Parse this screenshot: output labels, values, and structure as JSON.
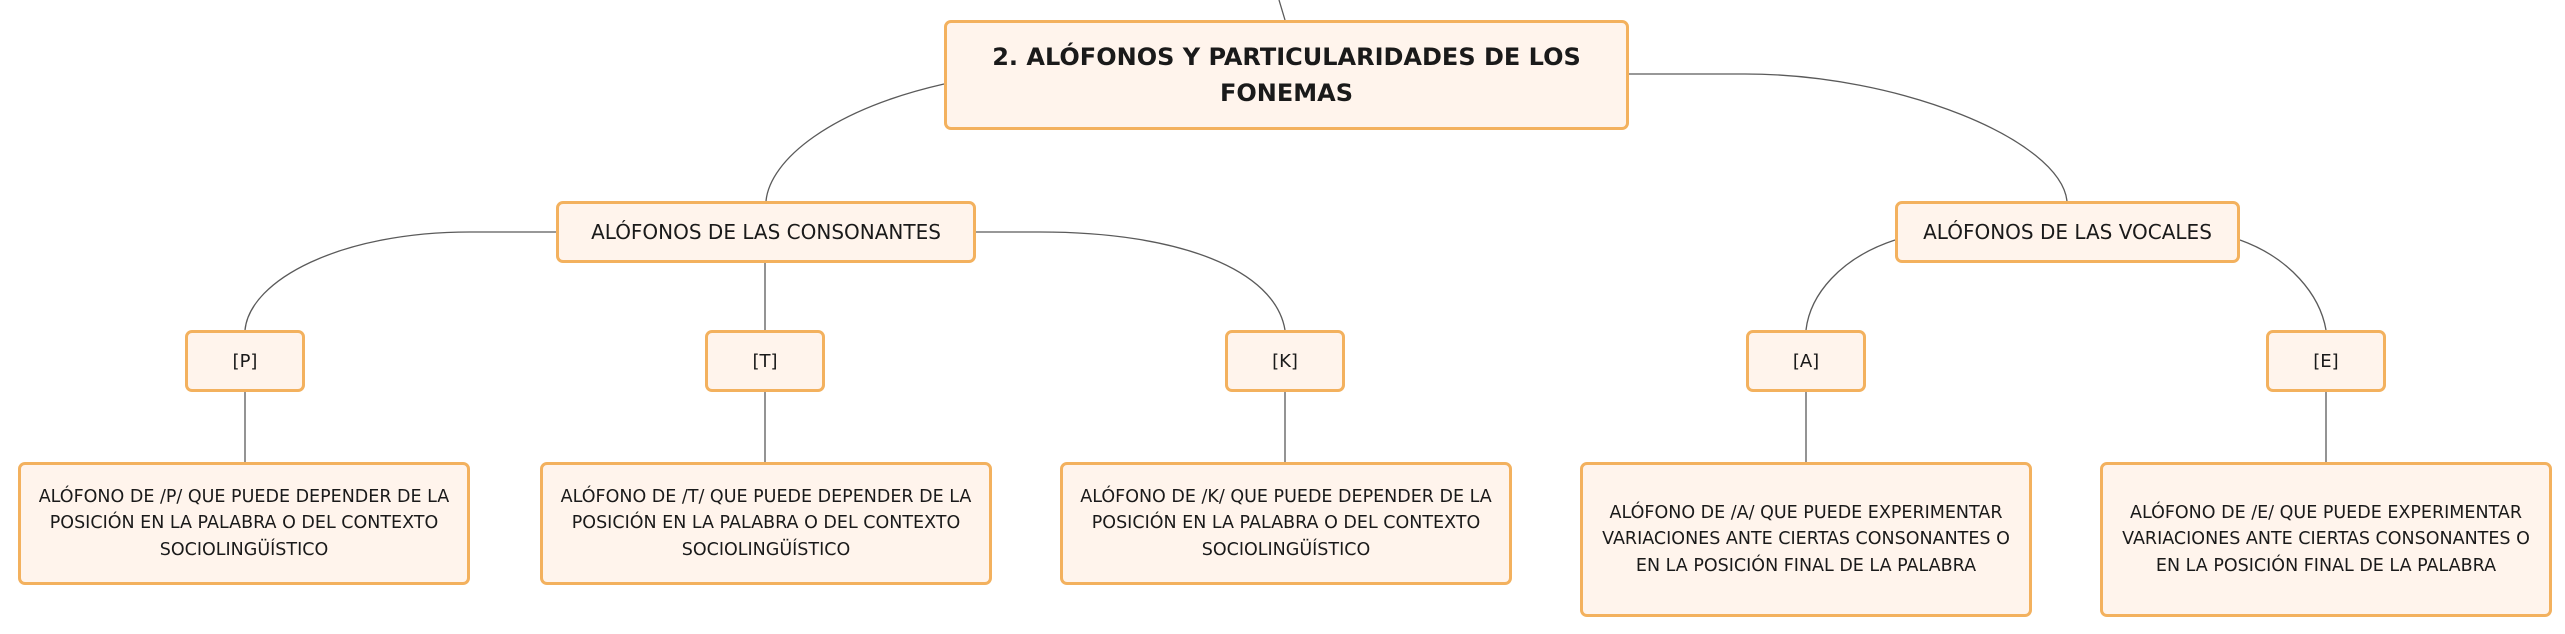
{
  "diagram": {
    "root": {
      "label": "2. ALÓFONOS Y PARTICULARIDADES DE LOS FONEMAS"
    },
    "categories": [
      {
        "label": "ALÓFONOS DE LAS CONSONANTES",
        "children": [
          {
            "label": "[P]",
            "description": "ALÓFONO DE /P/ QUE PUEDE DEPENDER DE LA POSICIÓN EN LA PALABRA O DEL CONTEXTO SOCIOLINGÜÍSTICO"
          },
          {
            "label": "[T]",
            "description": "ALÓFONO DE /T/ QUE PUEDE DEPENDER DE LA POSICIÓN EN LA PALABRA O DEL CONTEXTO SOCIOLINGÜÍSTICO"
          },
          {
            "label": "[K]",
            "description": "ALÓFONO DE /K/ QUE PUEDE DEPENDER DE LA POSICIÓN EN LA PALABRA O DEL CONTEXTO SOCIOLINGÜÍSTICO"
          }
        ]
      },
      {
        "label": "ALÓFONOS DE LAS VOCALES",
        "children": [
          {
            "label": "[A]",
            "description": "ALÓFONO DE /A/ QUE PUEDE EXPERIMENTAR VARIACIONES ANTE CIERTAS CONSONANTES O EN LA POSICIÓN FINAL DE LA PALABRA"
          },
          {
            "label": "[E]",
            "description": "ALÓFONO DE /E/ QUE PUEDE EXPERIMENTAR VARIACIONES ANTE CIERTAS CONSONANTES O EN LA POSICIÓN FINAL DE LA PALABRA"
          }
        ]
      }
    ],
    "colors": {
      "node_fill": "#fff4ec",
      "node_border": "#f3b15e",
      "connector": "#5a5a5a",
      "text": "#1a1a1a"
    }
  }
}
